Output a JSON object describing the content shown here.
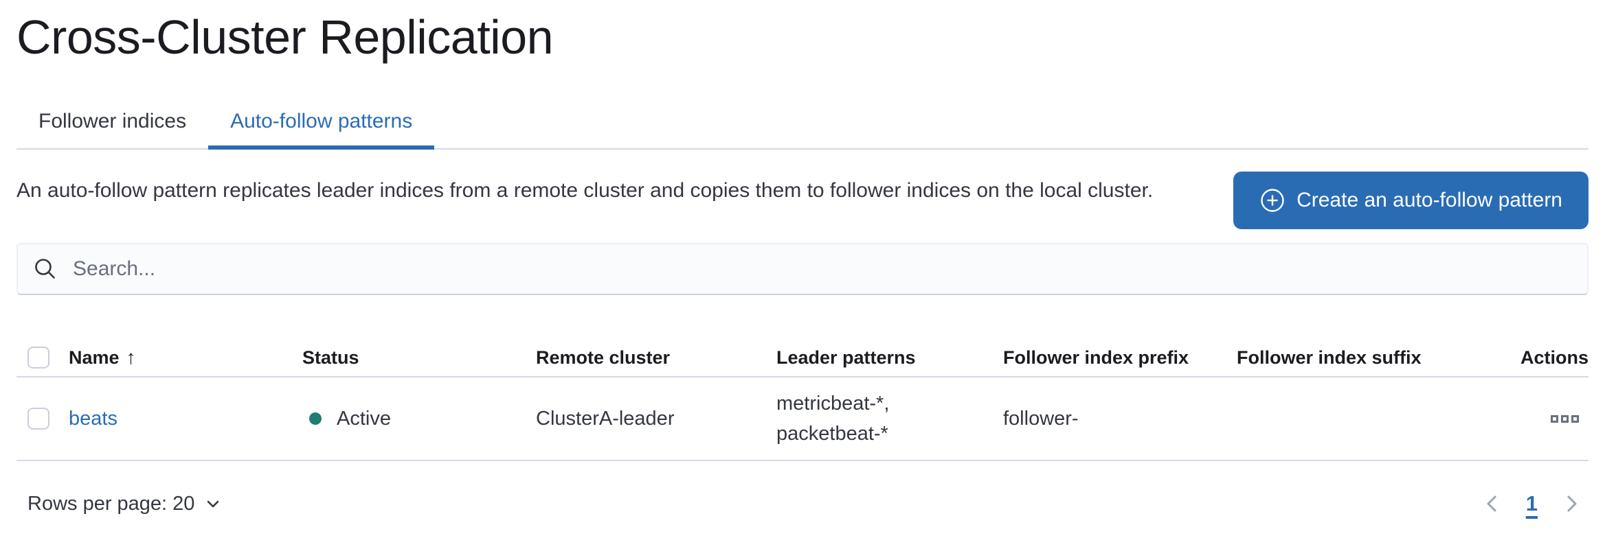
{
  "page": {
    "title": "Cross-Cluster Replication"
  },
  "tabs": [
    {
      "label": "Follower indices",
      "active": false
    },
    {
      "label": "Auto-follow patterns",
      "active": true
    }
  ],
  "description": "An auto-follow pattern replicates leader indices from a remote cluster and copies them to follower indices on the local cluster.",
  "create_button": {
    "label": "Create an auto-follow pattern",
    "icon": "plus-in-circle-icon"
  },
  "search": {
    "placeholder": "Search...",
    "value": "",
    "icon": "search-icon"
  },
  "table": {
    "columns": {
      "name": "Name",
      "status": "Status",
      "remote_cluster": "Remote cluster",
      "leader_patterns": "Leader patterns",
      "follower_index_prefix": "Follower index prefix",
      "follower_index_suffix": "Follower index suffix",
      "actions": "Actions"
    },
    "sort": {
      "column": "Name",
      "direction": "ascending",
      "arrow": "↑"
    },
    "rows": [
      {
        "name": "beats",
        "status": "Active",
        "remote_cluster": "ClusterA-leader",
        "leader_patterns": "metricbeat-*, packetbeat-*",
        "leader_patterns_lines": {
          "line1": "metricbeat-*,",
          "line2": "packetbeat-*"
        },
        "follower_index_prefix": "follower-",
        "follower_index_suffix": ""
      }
    ]
  },
  "footer": {
    "rows_per_page_label": "Rows per page: 20",
    "current_page": "1"
  },
  "colors": {
    "primary": "#2a6cb4",
    "status_active_dot": "#1f7d72",
    "title_text": "#1a1c21",
    "body_text": "#343741",
    "muted_text": "#69707d",
    "divider": "#d3dae6",
    "button_text": "#ffffff"
  }
}
